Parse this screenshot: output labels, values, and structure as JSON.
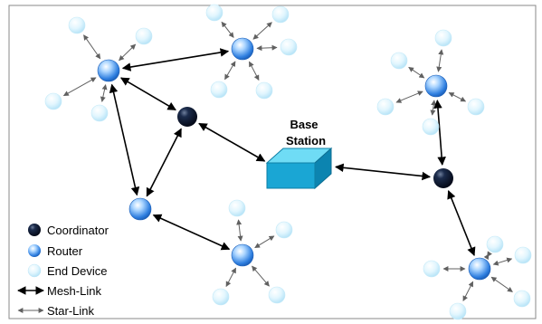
{
  "diagram": {
    "base_station": {
      "line1": "Base",
      "line2": "Station"
    },
    "colors": {
      "background": "#ffffff",
      "border": "#8a8a8a",
      "mesh_link": "#000000",
      "star_link": "#606060",
      "coordinator": "#0b1630",
      "router": "#2f7fe0",
      "end_device": "#c9ecfb",
      "base_station": "#1aa6d4"
    }
  },
  "legend": {
    "items": [
      {
        "icon": "coordinator-node-icon",
        "label": "Coordinator"
      },
      {
        "icon": "router-node-icon",
        "label": "Router"
      },
      {
        "icon": "end-device-node-icon",
        "label": "End Device"
      },
      {
        "icon": "mesh-link-arrow-icon",
        "label": "Mesh-Link"
      },
      {
        "icon": "star-link-arrow-icon",
        "label": "Star-Link"
      }
    ]
  }
}
